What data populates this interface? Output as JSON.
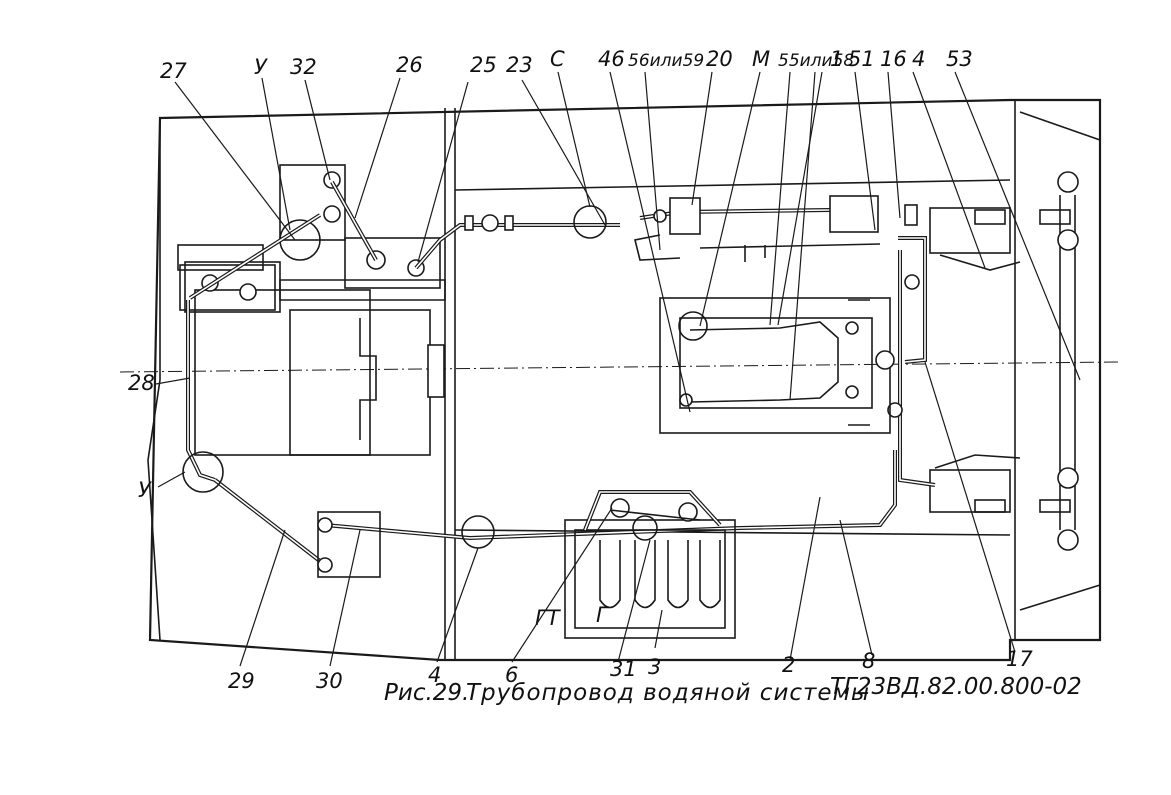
{
  "diagram": {
    "caption": {
      "figure": "Рис.29.",
      "title": "Трубопровод водяной системы",
      "code": "ТГ23ВД.82.00.800-02"
    },
    "labels_top": [
      "27",
      "У",
      "32",
      "26",
      "25",
      "23",
      "С",
      "46",
      "56или59",
      "20",
      "М",
      "55или58",
      "1",
      "51",
      "16",
      "4",
      "53"
    ],
    "labels_left": [
      "28",
      "У"
    ],
    "labels_bottom": [
      "29",
      "30",
      "4",
      "6",
      "31",
      "3",
      "2",
      "8",
      "17"
    ],
    "inner_marks": [
      "ГТ",
      "Г"
    ]
  }
}
